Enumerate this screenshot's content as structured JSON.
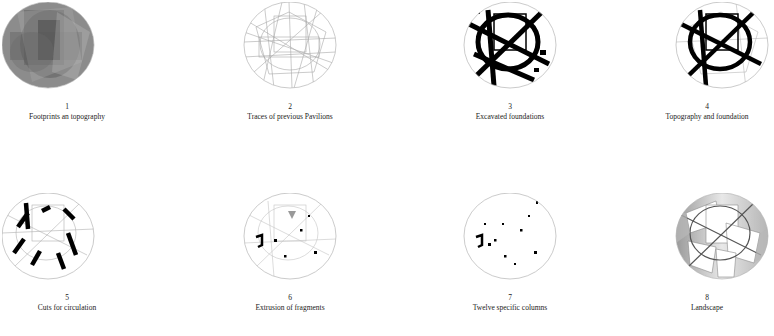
{
  "diagram": {
    "nodes": [
      {
        "text": [
          "1",
          "Footprints an topography"
        ]
      },
      {
        "text": [
          "2",
          "Traces of previous Pavilions"
        ]
      },
      {
        "text": [
          "3",
          "Excavated foundations"
        ]
      },
      {
        "text": [
          "4",
          "Topography and foundation"
        ]
      },
      {
        "text": [
          "5",
          "Cuts for circulation"
        ]
      },
      {
        "text": [
          "6",
          "Extrusion of fragments"
        ]
      },
      {
        "text": [
          "7",
          "Twelve specific columns"
        ]
      },
      {
        "text": [
          "8",
          "Landscape"
        ]
      }
    ]
  }
}
